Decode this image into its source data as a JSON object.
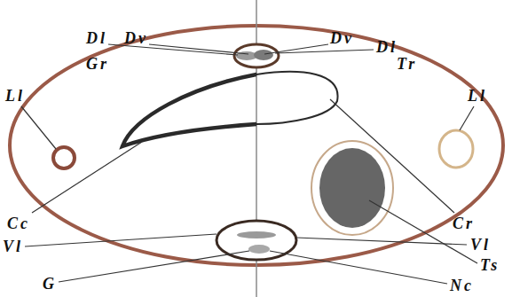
{
  "diagram": {
    "labels": [
      "Dl",
      "Dv",
      "Dv",
      "Dl",
      "Gr",
      "Tr",
      "Ll",
      "Ll",
      "Cc",
      "Cr",
      "Vl",
      "Vl",
      "G",
      "Nc",
      "Ts"
    ]
  }
}
